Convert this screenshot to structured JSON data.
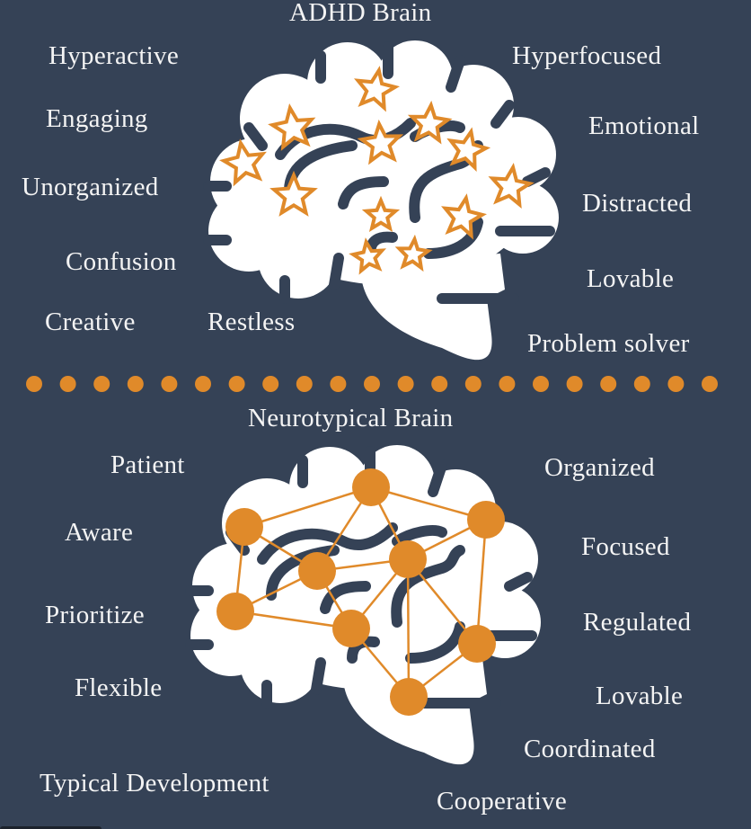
{
  "colors": {
    "background": "#354256",
    "accent": "#e08a2a",
    "brain": "#ffffff"
  },
  "adhd": {
    "title": "ADHD Brain",
    "left_traits": [
      "Hyperactive",
      "Engaging",
      "Unorganized",
      "Confusion",
      "Creative",
      "Restless"
    ],
    "right_traits": [
      "Hyperfocused",
      "Emotional",
      "Distracted",
      "Lovable",
      "Problem solver"
    ],
    "icon": "star-outline-icon"
  },
  "neurotypical": {
    "title": "Neurotypical Brain",
    "left_traits": [
      "Patient",
      "Aware",
      "Prioritize",
      "Flexible",
      "Typical Development"
    ],
    "right_traits": [
      "Organized",
      "Focused",
      "Regulated",
      "Lovable",
      "Coordinated",
      "Cooperative"
    ],
    "icon": "network-node-icon"
  },
  "divider": {
    "dot_count": 21
  }
}
